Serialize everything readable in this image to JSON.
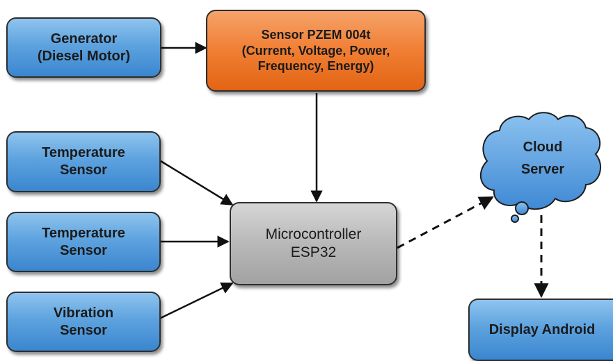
{
  "generator": {
    "line1": "Generator",
    "line2": "(Diesel Motor)"
  },
  "pzem": {
    "line1": "Sensor PZEM 004t",
    "line2": "(Current, Voltage, Power,",
    "line3": "Frequency, Energy)"
  },
  "temp1": {
    "line1": "Temperature",
    "line2": "Sensor"
  },
  "temp2": {
    "line1": "Temperature",
    "line2": "Sensor"
  },
  "vibration": {
    "line1": "Vibration",
    "line2": "Sensor"
  },
  "mcu": {
    "line1": "Microcontroller",
    "line2": "ESP32"
  },
  "cloud": {
    "line1": "Cloud",
    "line2": "Server"
  },
  "display": {
    "line1": "Display Android"
  },
  "colors": {
    "input_box": "#5ea3df",
    "sensor_box": "#f07e33",
    "controller_box": "#b8b8b8",
    "cloud_fill": "#5aa0e0"
  }
}
